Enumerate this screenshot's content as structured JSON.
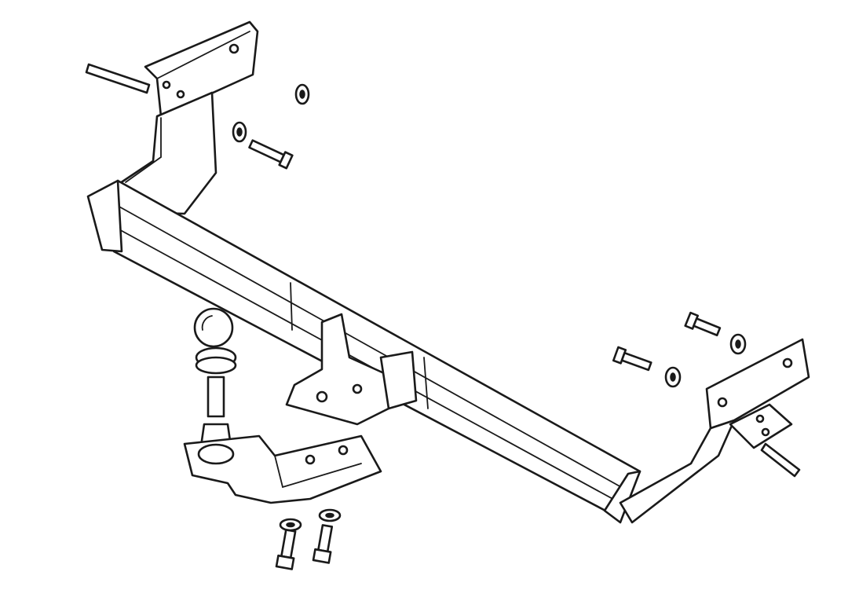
{
  "diagram": {
    "colors": {
      "line": "#1a1a1a",
      "background": "#ffffff"
    },
    "parts": [
      "left-mounting-bracket",
      "right-mounting-bracket",
      "crossbar-tube",
      "tow-ball",
      "ball-mount-plate",
      "mounting-bolts",
      "washers",
      "nuts"
    ]
  }
}
